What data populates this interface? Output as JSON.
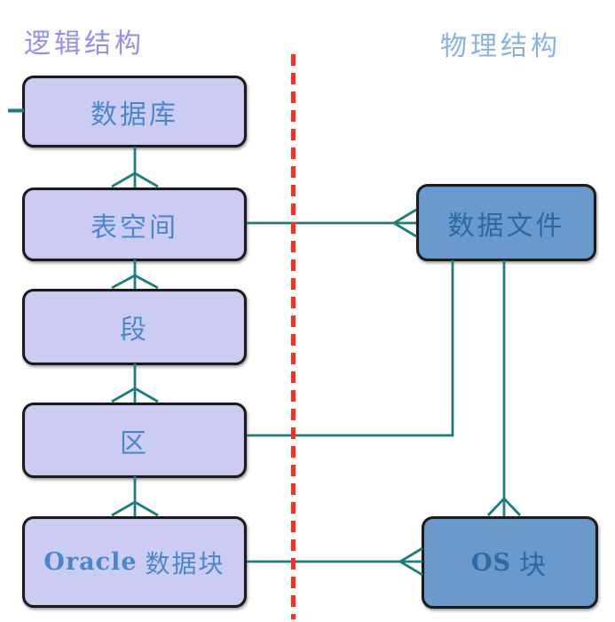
{
  "titles": {
    "logical": "逻辑结构",
    "physical": "物理结构"
  },
  "nodes": {
    "database": {
      "label": "数据库"
    },
    "tablespace": {
      "label": "表空间"
    },
    "segment": {
      "label": "段"
    },
    "extent": {
      "label": "区"
    },
    "oracle_block": {
      "label_en": "Oracle",
      "label_zh": "数据块"
    },
    "datafile": {
      "label": "数据文件"
    },
    "os_block": {
      "label_en": "OS",
      "label_zh": "块"
    }
  },
  "relationships": [
    {
      "parent": "数据库",
      "child": "表空间",
      "cardinality": "one-to-many",
      "marker": "crow-foot at 表空间 top"
    },
    {
      "parent": "表空间",
      "child": "段",
      "cardinality": "one-to-many",
      "marker": "crow-foot at 段 top"
    },
    {
      "parent": "段",
      "child": "区",
      "cardinality": "one-to-many",
      "marker": "crow-foot at 区 top"
    },
    {
      "parent": "区",
      "child": "Oracle 数据块",
      "cardinality": "one-to-many",
      "marker": "crow-foot at Oracle 数据块 top"
    },
    {
      "parent": "表空间",
      "child": "数据文件",
      "cardinality": "one-to-many",
      "marker": "crow-foot at 数据文件 left"
    },
    {
      "parent": "区",
      "child": "数据文件",
      "cardinality": "plain elbow line",
      "marker": "none"
    },
    {
      "parent": "Oracle 数据块",
      "child": "OS 块",
      "cardinality": "one-to-many",
      "marker": "crow-foot at OS 块 left"
    },
    {
      "parent": "数据文件",
      "child": "OS 块",
      "cardinality": "one-to-many",
      "marker": "crow-foot at OS 块 top"
    }
  ],
  "divider": {
    "style": "red dashed vertical line",
    "separates": [
      "逻辑结构",
      "物理结构"
    ]
  },
  "colors": {
    "canvas_bg": "#ffffff",
    "title_logical": "#9190f2",
    "title_physical": "#87b3e3",
    "node_fill_logical": "#cbcbf4",
    "node_fill_physical": "#699acb",
    "node_border": "#1b1b1b",
    "node_text_logical": "#4a88cc",
    "node_text_physical": "#2d69a3",
    "connector": "#1b7e78",
    "divider": "#fa2f1f"
  }
}
